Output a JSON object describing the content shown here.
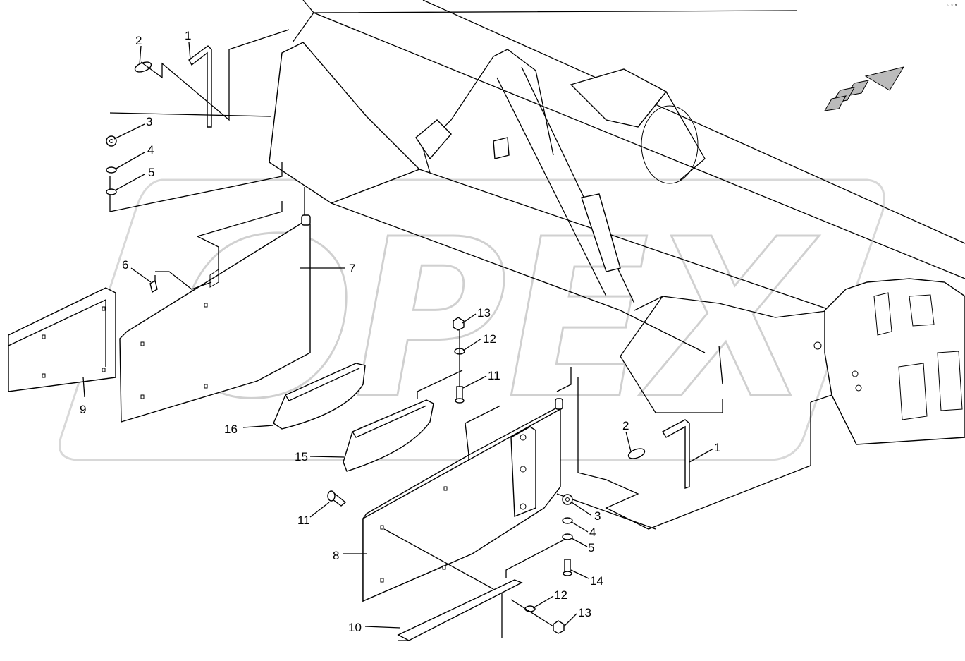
{
  "watermark": {
    "text": "OPEX"
  },
  "corner_mark": "◦◦•",
  "callouts": [
    {
      "id": "c1a",
      "text": "1"
    },
    {
      "id": "c2a",
      "text": "2"
    },
    {
      "id": "c3a",
      "text": "3"
    },
    {
      "id": "c4a",
      "text": "4"
    },
    {
      "id": "c5a",
      "text": "5"
    },
    {
      "id": "c6",
      "text": "6"
    },
    {
      "id": "c7",
      "text": "7"
    },
    {
      "id": "c9",
      "text": "9"
    },
    {
      "id": "c13a",
      "text": "13"
    },
    {
      "id": "c12a",
      "text": "12"
    },
    {
      "id": "c11a",
      "text": "11"
    },
    {
      "id": "c16",
      "text": "16"
    },
    {
      "id": "c15",
      "text": "15"
    },
    {
      "id": "c2b",
      "text": "2"
    },
    {
      "id": "c1b",
      "text": "1"
    },
    {
      "id": "c11b",
      "text": "11"
    },
    {
      "id": "c3b",
      "text": "3"
    },
    {
      "id": "c4b",
      "text": "4"
    },
    {
      "id": "c5b",
      "text": "5"
    },
    {
      "id": "c8",
      "text": "8"
    },
    {
      "id": "c14",
      "text": "14"
    },
    {
      "id": "c12b",
      "text": "12"
    },
    {
      "id": "c13b",
      "text": "13"
    },
    {
      "id": "c10",
      "text": "10"
    }
  ]
}
